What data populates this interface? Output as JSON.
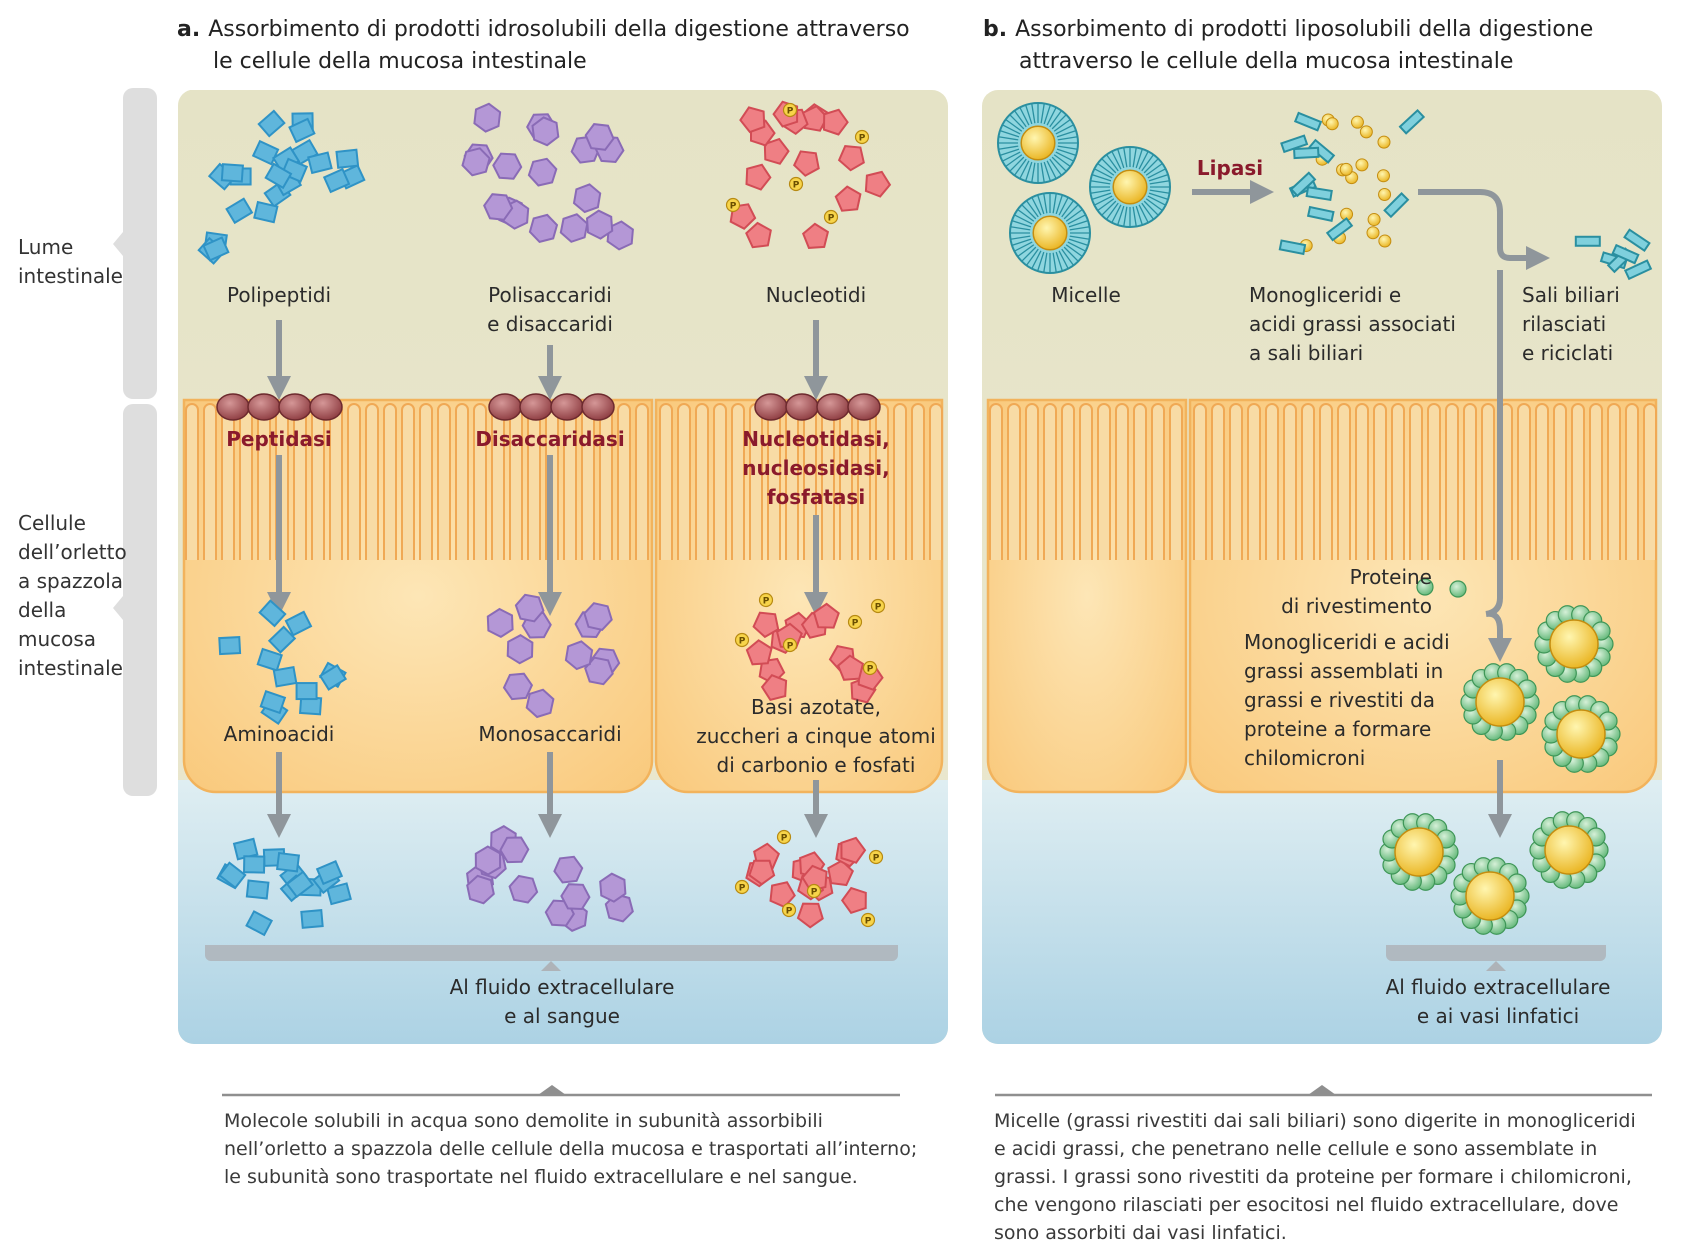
{
  "panel_a": {
    "letter": "a.",
    "title_line1": "Assorbimento di prodotti idrosolubili della digestione attraverso",
    "title_line2": "le cellule della mucosa intestinale",
    "label_polypeptides": "Polipeptidi",
    "label_polysaccharides_1": "Polisaccaridi",
    "label_polysaccharides_2": "e disaccaridi",
    "label_nucleotides": "Nucleotidi",
    "enzyme_peptidase": "Peptidasi",
    "enzyme_disaccharidase": "Disaccaridasi",
    "enzyme_nuc_1": "Nucleotidasi,",
    "enzyme_nuc_2": "nucleosidasi,",
    "enzyme_nuc_3": "fosfatasi",
    "label_aminoacids": "Aminoacidi",
    "label_monosaccharides": "Monosaccaridi",
    "label_bases_1": "Basi azotate,",
    "label_bases_2": "zuccheri a cinque atomi",
    "label_bases_3": "di carbonio e fosfati",
    "dest_1": "Al fluido extracellulare",
    "dest_2": "e al sangue",
    "caption_1": "Molecole solubili in acqua sono demolite in subunità assorbibili",
    "caption_2": "nell’orletto a spazzola delle cellule della mucosa e trasportati all’interno;",
    "caption_3": "le subunità sono trasportate nel fluido extracellulare e nel sangue.",
    "phosphate_symbol": "P"
  },
  "panel_b": {
    "letter": "b.",
    "title_line1": "Assorbimento di prodotti liposolubili della digestione",
    "title_line2": "attraverso le cellule della mucosa intestinale",
    "label_micelles": "Micelle",
    "enzyme_lipase": "Lipasi",
    "label_mono_1": "Monogliceridi e",
    "label_mono_2": "acidi grassi associati",
    "label_mono_3": "a sali biliari",
    "label_salts_1": "Sali biliari",
    "label_salts_2": "rilasciati",
    "label_salts_3": "e riciclati",
    "label_proteins_1": "Proteine",
    "label_proteins_2": "di rivestimento",
    "label_assembled_1": "Monogliceridi e acidi",
    "label_assembled_2": "grassi assemblati in",
    "label_assembled_3": "grassi e rivestiti da",
    "label_assembled_4": "proteine a formare",
    "label_assembled_5": "chilomicroni",
    "dest_1": "Al fluido extracellulare",
    "dest_2": "e ai vasi linfatici",
    "caption_1": "Micelle (grassi rivestiti dai sali biliari) sono digerite in monogliceridi",
    "caption_2": "e acidi grassi, che penetrano nelle cellule e sono assemblate in",
    "caption_3": "grassi. I grassi sono rivestiti da proteine per formare i chilomicroni,",
    "caption_4": "che vengono rilasciati per esocitosi nel fluido extracellulare, dove",
    "caption_5": "sono assorbiti dai vasi linfatici."
  },
  "side": {
    "lumen_1": "Lume",
    "lumen_2": "intestinale",
    "cells_1": "Cellule",
    "cells_2": "dell’orletto",
    "cells_3": "a spazzola",
    "cells_4": "della",
    "cells_5": "mucosa",
    "cells_6": "intestinale"
  },
  "colors": {
    "lumen": "#e6e4c8",
    "cell": "#fbd69a",
    "extracellular": "#b8d8e6",
    "enzyme": "#8a1a2c",
    "arrow": "#8f969b",
    "protein_blue": "#5fb6dc",
    "sugar_purple": "#b497d6",
    "nucleotide_red": "#ef7f84",
    "fat_yellow": "#f6cd36",
    "micelle_teal": "#4cb9c8",
    "coat_green": "#84cb94"
  }
}
